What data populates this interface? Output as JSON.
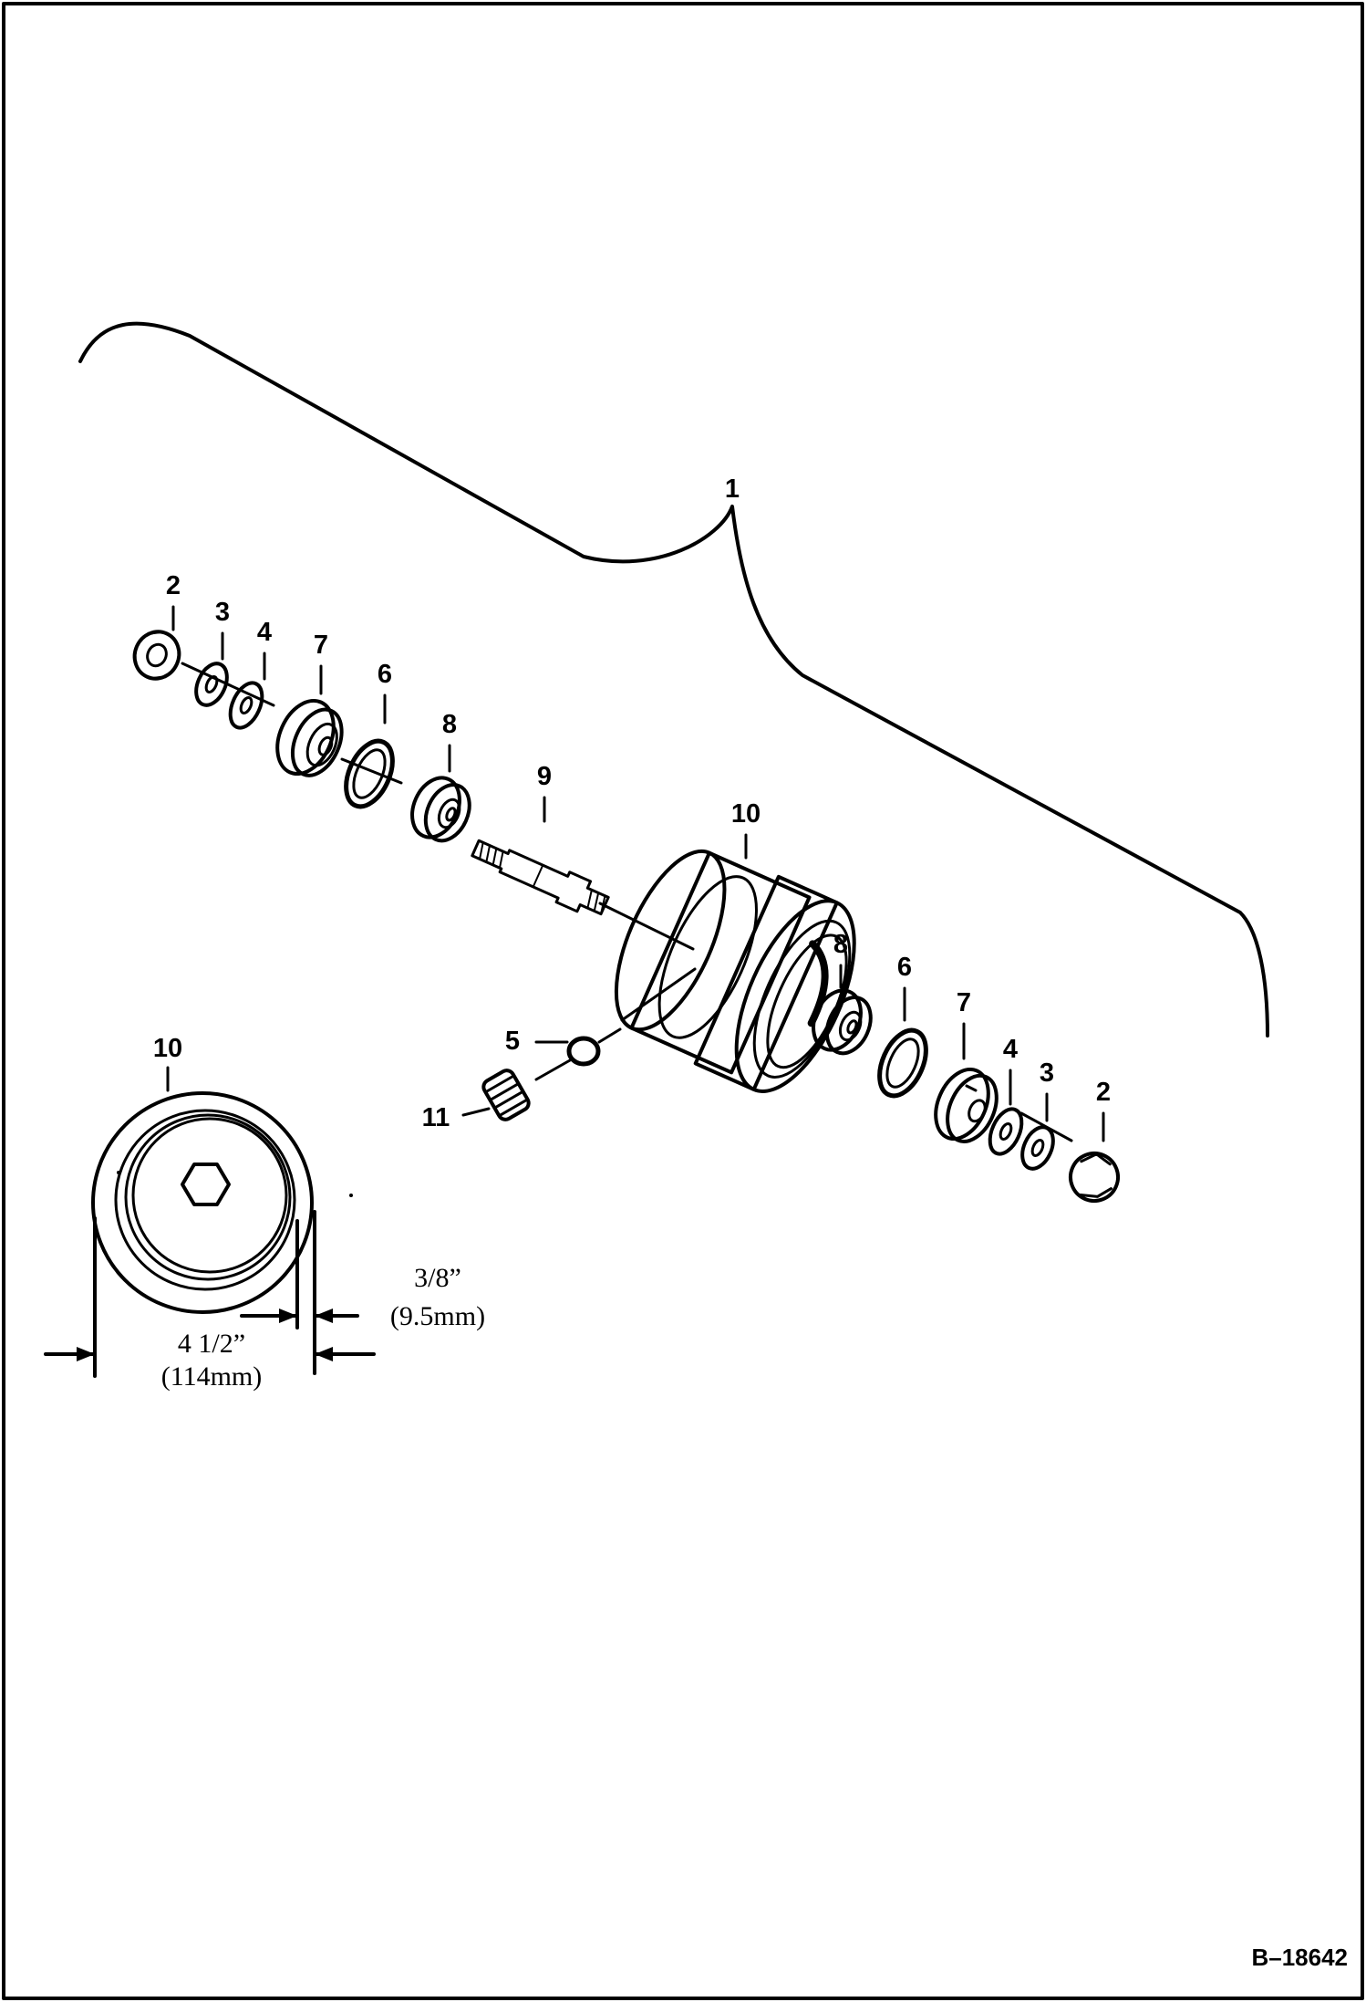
{
  "callouts": {
    "assembly": "1",
    "left_nut": "2",
    "left_washer_3": "3",
    "left_washer_4": "4",
    "left_cap": "7",
    "left_ring": "6",
    "left_bearing": "8",
    "shaft": "9",
    "roller": "10",
    "right_bearing": "8",
    "right_ring": "6",
    "right_cap": "7",
    "right_washer_4": "4",
    "right_washer_3": "3",
    "right_nut": "2",
    "oring": "5",
    "plug": "11",
    "detail_roller": "10"
  },
  "dimensions": {
    "width_in": "4 1/2”",
    "width_mm": "(114mm)",
    "flange_in": "3/8”",
    "flange_mm": "(9.5mm)"
  },
  "figure_code": "B–18642"
}
